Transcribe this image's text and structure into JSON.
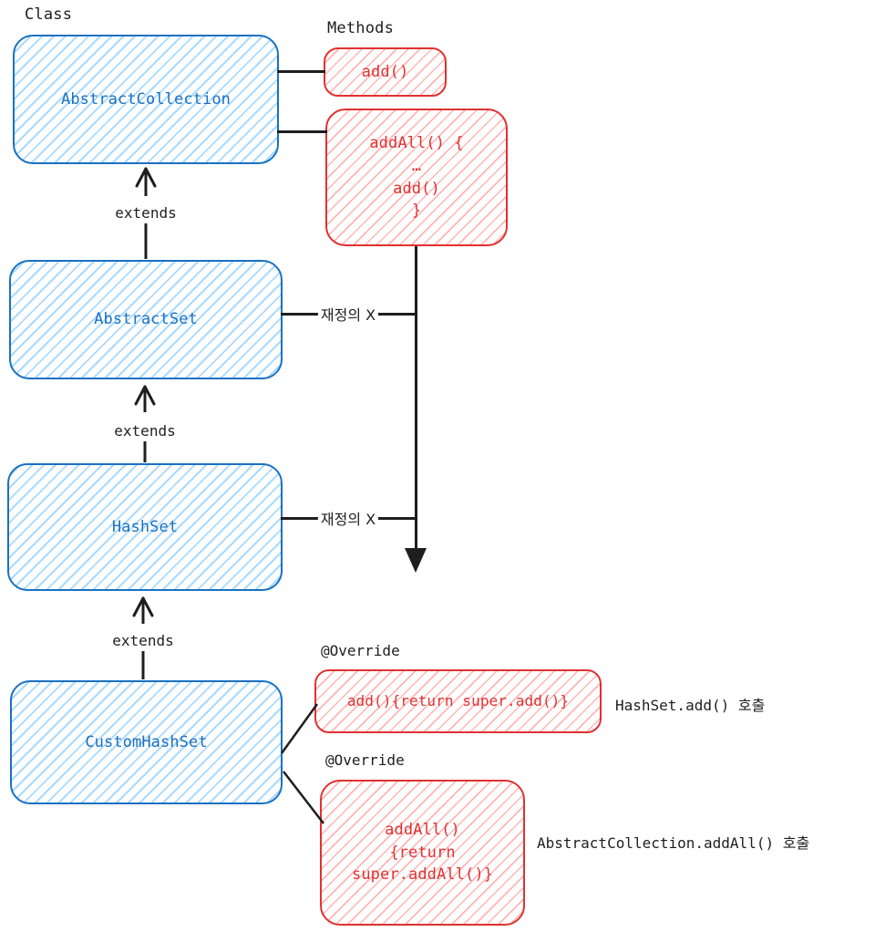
{
  "diagram": {
    "title": "Java Collection override call-chain diagram",
    "captions": {
      "class_column": "Class",
      "methods_column": "Methods"
    },
    "colors": {
      "class_stroke": "#1971c2",
      "class_fill_hatch": "#a5d8ff",
      "method_stroke": "#e03131",
      "method_fill_hatch": "#ffa8a8",
      "connector": "#1e1e1e",
      "text": "#1e1e1e"
    },
    "classes": [
      {
        "id": "abstract-collection",
        "label": "AbstractCollection"
      },
      {
        "id": "abstract-set",
        "label": "AbstractSet"
      },
      {
        "id": "hashset",
        "label": "HashSet"
      },
      {
        "id": "custom-hashset",
        "label": "CustomHashSet"
      }
    ],
    "methods": [
      {
        "id": "add",
        "label": "add()"
      },
      {
        "id": "addall",
        "label": "addAll() {\n…\nadd()\n}"
      },
      {
        "id": "override-add",
        "label": "add(){return super.add()}"
      },
      {
        "id": "override-addall",
        "label": "addAll()\n{return\nsuper.addAll()}"
      }
    ],
    "edge_labels": {
      "extends_1": "extends",
      "extends_2": "extends",
      "extends_3": "extends"
    },
    "notes": [
      {
        "id": "no-override-abstractset",
        "text": "재정의 X"
      },
      {
        "id": "no-override-hashset",
        "text": "재정의 X"
      }
    ],
    "override_tags": {
      "add": "@Override",
      "addall": "@Override"
    },
    "annotations": [
      {
        "id": "annotation-add",
        "text": "HashSet.add() 호출"
      },
      {
        "id": "annotation-addall",
        "text": "AbstractCollection.addAll() 호출"
      }
    ]
  }
}
